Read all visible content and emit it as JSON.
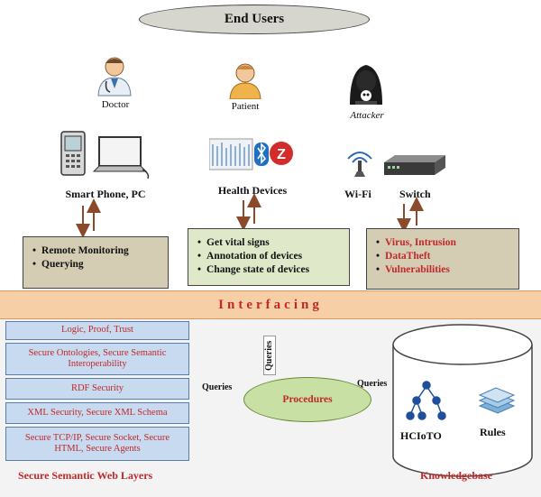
{
  "end_users": "End Users",
  "actors": {
    "doctor": "Doctor",
    "patient": "Patient",
    "attacker": "Attacker"
  },
  "devices": {
    "phone_pc": "Smart Phone, PC",
    "health": "Health Devices",
    "wifi": "Wi-Fi",
    "switch": "Switch"
  },
  "boxes": {
    "left": [
      "Remote Monitoring",
      "Querying"
    ],
    "middle": [
      "Get vital signs",
      "Annotation of devices",
      "Change state of devices"
    ],
    "right": [
      "Virus, Intrusion",
      "DataTheft",
      "Vulnerabilities"
    ]
  },
  "interfacing": "Interfacing",
  "layers": [
    "Logic, Proof, Trust",
    "Secure Ontologies, Secure Semantic Interoperability",
    "RDF Security",
    "XML Security, Secure XML Schema",
    "Secure TCP/IP, Secure Socket, Secure HTML, Secure Agents"
  ],
  "layers_caption": "Secure Semantic Web Layers",
  "queries": {
    "left": "Queries",
    "top": "Queries",
    "right": "Queries"
  },
  "procedures": "Procedures",
  "kb": {
    "hcioto": "HCIoTO",
    "rules": "Rules",
    "caption": "Knowledgebase"
  },
  "colors": {
    "accent_red": "#c0282a",
    "arrow_brown": "#8b4a2b",
    "layer_blue": "#c7daef",
    "interfacing_orange": "#f6cfa6"
  }
}
